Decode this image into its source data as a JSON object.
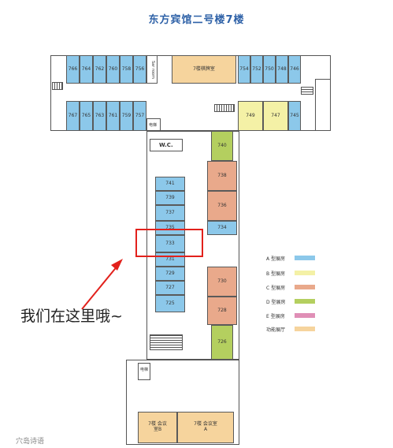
{
  "title": "东方宾馆二号楼7楼",
  "rooms": {
    "top_left": [
      "766",
      "764",
      "762",
      "760",
      "758",
      "756"
    ],
    "bottom_left": [
      "767",
      "765",
      "763",
      "761",
      "759",
      "757"
    ],
    "top_right": [
      "754",
      "752",
      "750",
      "748",
      "746"
    ],
    "bottom_right_b": [
      "749",
      "747"
    ],
    "bottom_right_a": "745",
    "center_a": [
      "741",
      "739",
      "737",
      "735",
      "733",
      "731",
      "729",
      "727",
      "725"
    ],
    "right_col_d_top": "740",
    "right_col_c": [
      "738",
      "736"
    ],
    "right_col_a": "734",
    "right_col_c2": [
      "730",
      "728"
    ],
    "right_col_d_bottom": "726"
  },
  "labels": {
    "chess_room": "7楼棋牌室",
    "sar_room": "Sar room",
    "elevator": "电梯",
    "wc": "W.C.",
    "meeting_b": "7楼 会议室B",
    "meeting_a": "7楼 会议室A"
  },
  "legend": [
    {
      "label": "A 型展房",
      "color": "#8cc8ea"
    },
    {
      "label": "B 型展房",
      "color": "#f4f1a6"
    },
    {
      "label": "C 型展房",
      "color": "#e9a98b"
    },
    {
      "label": "D 型展房",
      "color": "#b4cf5f"
    },
    {
      "label": "E 型展房",
      "color": "#e08fb6"
    },
    {
      "label": "功能展厅",
      "color": "#f6d49d"
    }
  ],
  "annotation": "我们在这里哦~",
  "watermark": "穴岛诗语"
}
